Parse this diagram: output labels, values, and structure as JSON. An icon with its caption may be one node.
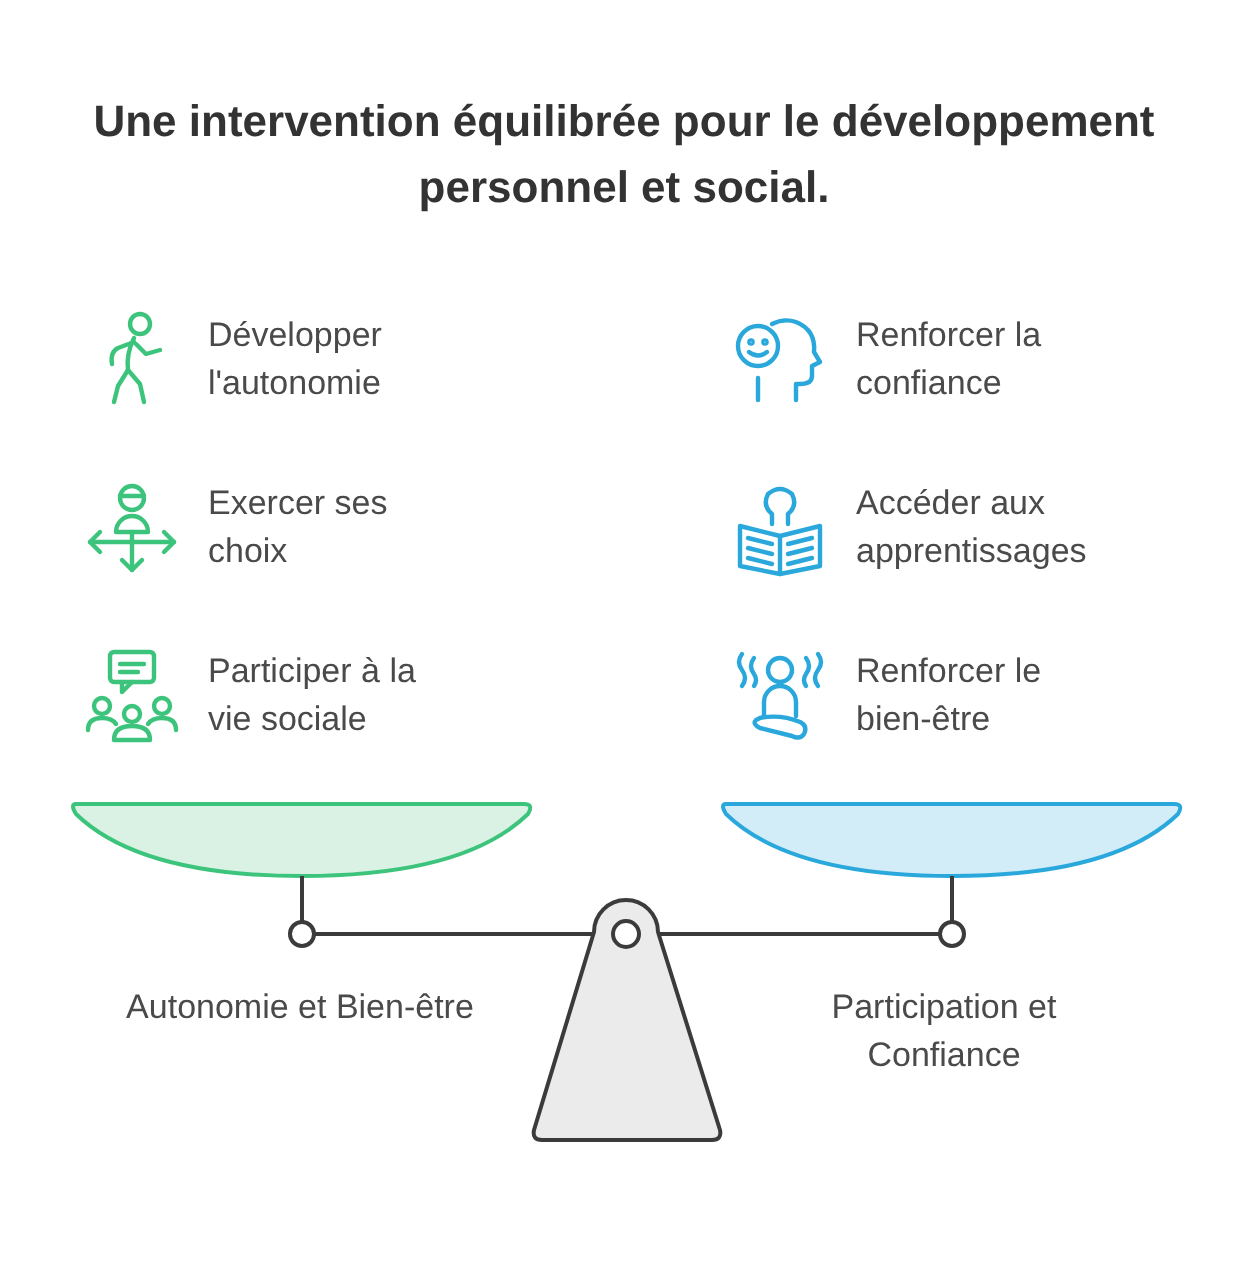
{
  "diagram": {
    "title": "Une intervention équilibrée pour le développement personnel et social.",
    "labels": [
      "Développer l'autonomie",
      "Renforcer la confiance",
      "Exercer ses choix",
      "Accéder aux apprentissages",
      "Participer à la vie sociale",
      "Renforcer le bien-être",
      "Autonomie et Bien-être",
      "Participation et Confiance"
    ]
  }
}
